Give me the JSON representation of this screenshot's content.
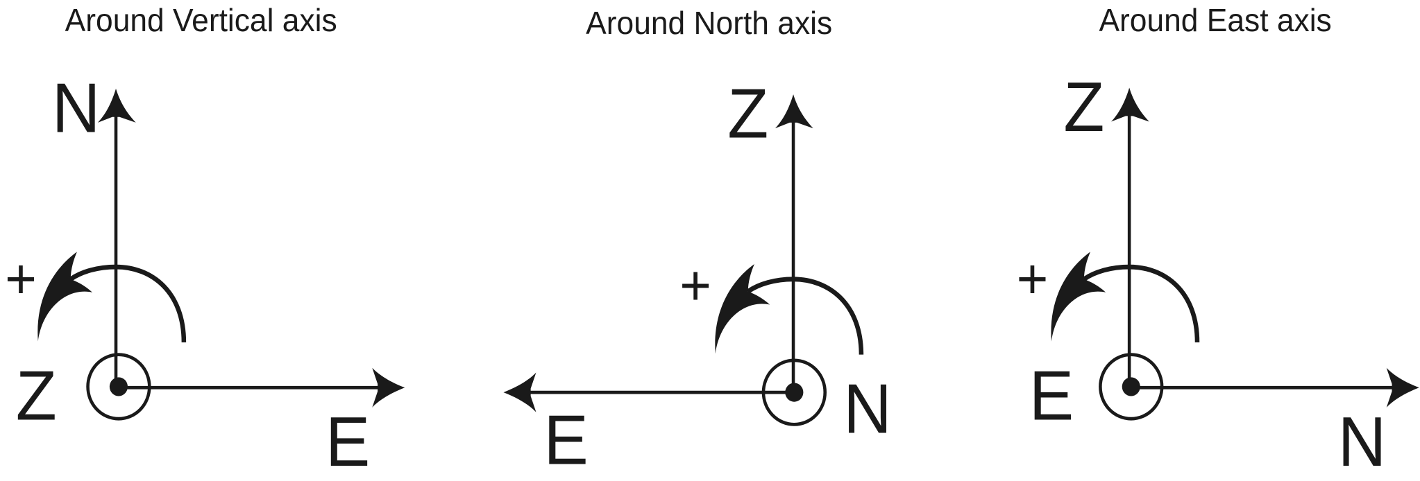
{
  "panels": [
    {
      "title": "Around Vertical axis",
      "up_label": "N",
      "center_label": "Z",
      "horizontal_label": "E",
      "rotation_sign": "+"
    },
    {
      "title": "Around North axis",
      "up_label": "Z",
      "center_label": "N",
      "horizontal_label": "E",
      "rotation_sign": "+"
    },
    {
      "title": "Around East axis",
      "up_label": "Z",
      "center_label": "E",
      "horizontal_label": "N",
      "rotation_sign": "+"
    }
  ],
  "colors": {
    "ink": "#1a1a1a",
    "background": "#ffffff"
  }
}
